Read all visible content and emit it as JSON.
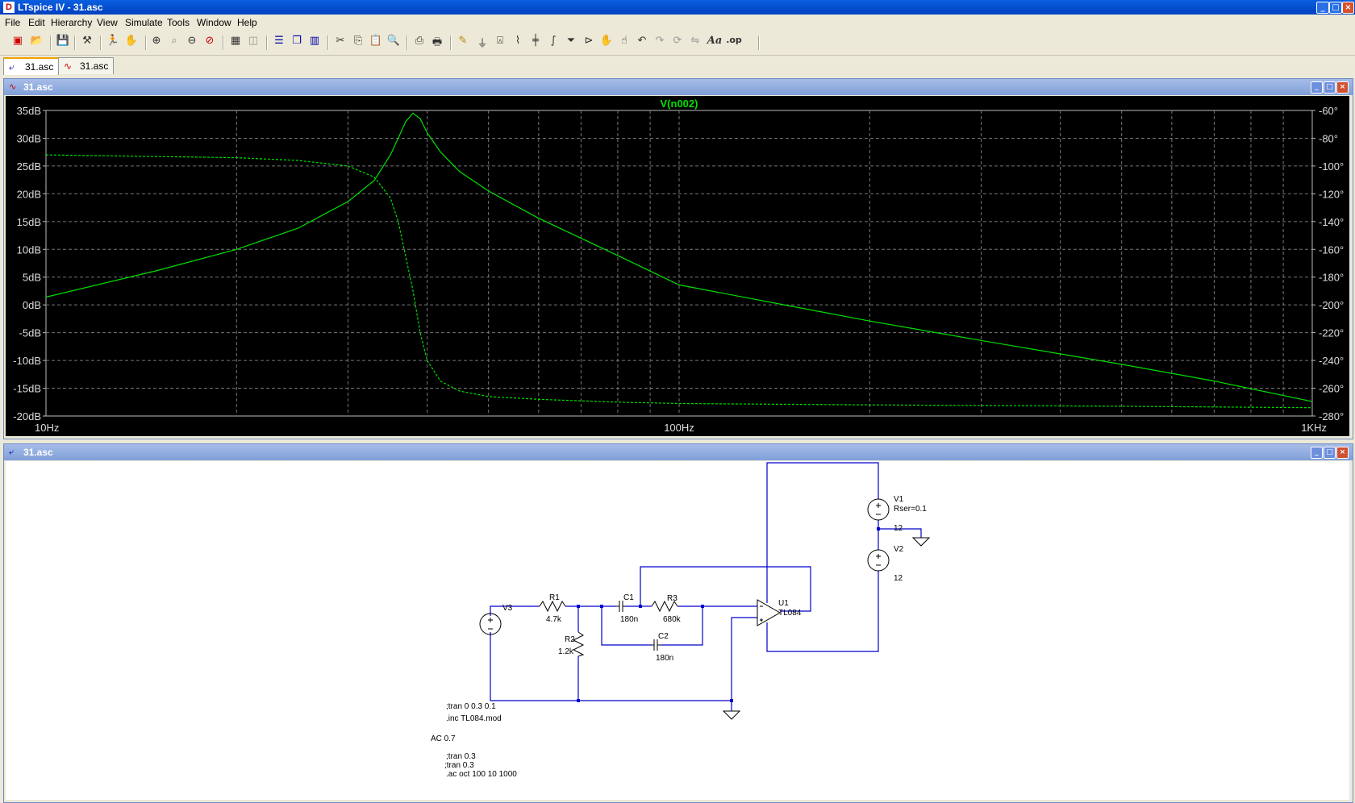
{
  "app": {
    "title": "LTspice IV - 31.asc",
    "logo_letter": "D"
  },
  "menu": [
    "File",
    "Edit",
    "Hierarchy",
    "View",
    "Simulate",
    "Tools",
    "Window",
    "Help"
  ],
  "toolbar_icons": [
    "new-schematic-icon",
    "open-icon",
    "save-icon",
    "control-panel-icon",
    "run-icon",
    "halt-icon",
    "zoom-in-icon",
    "zoom-area-icon",
    "zoom-out-icon",
    "zoom-cancel-icon",
    "autorange-icon",
    "mark-unref-icon",
    "tile-horizontal-icon",
    "cascade-icon",
    "tile-vertical-icon",
    "cut-icon",
    "copy-icon",
    "paste-icon",
    "find-icon",
    "print-setup-icon",
    "print-icon",
    "draw-wire-icon",
    "ground-icon",
    "label-net-icon",
    "resistor-icon",
    "capacitor-icon",
    "inductor-icon",
    "diode-icon",
    "component-icon",
    "move-icon",
    "drag-icon",
    "undo-icon",
    "redo-icon",
    "rotate-icon",
    "mirror-icon",
    "text-icon",
    "spice-directive-icon"
  ],
  "tabs": [
    {
      "label": "31.asc",
      "kind": "schematic"
    },
    {
      "label": "31.asc",
      "kind": "waveform"
    }
  ],
  "plot_window": {
    "title": "31.asc"
  },
  "schematic_window": {
    "title": "31.asc"
  },
  "chart_data": {
    "type": "line",
    "title": "V(n002)",
    "x_scale": "log",
    "xlim": [
      10,
      1000
    ],
    "x_ticks": [
      {
        "value": 10,
        "label": "10Hz"
      },
      {
        "value": 100,
        "label": "100Hz"
      },
      {
        "value": 1000,
        "label": "1KHz"
      }
    ],
    "ylim_left": [
      -20,
      35
    ],
    "y_ticks_left": [
      "35dB",
      "30dB",
      "25dB",
      "20dB",
      "15dB",
      "10dB",
      "5dB",
      "0dB",
      "-5dB",
      "-10dB",
      "-15dB",
      "-20dB"
    ],
    "ylim_right": [
      -280,
      -60
    ],
    "y_ticks_right": [
      "-60°",
      "-80°",
      "-100°",
      "-120°",
      "-140°",
      "-160°",
      "-180°",
      "-200°",
      "-220°",
      "-240°",
      "-260°",
      "-280°"
    ],
    "grid": true,
    "trace_color": "#00e000",
    "series": [
      {
        "axis": "left",
        "style": "solid",
        "x": [
          10,
          15,
          20,
          25,
          30,
          33,
          35,
          36,
          37,
          38,
          39,
          40,
          42,
          45,
          50,
          60,
          80,
          100,
          150,
          200,
          300,
          500,
          700,
          1000
        ],
        "y": [
          1.4,
          6.2,
          10.0,
          13.8,
          18.6,
          22.4,
          27.0,
          30.0,
          33.0,
          34.5,
          33.5,
          31.0,
          27.5,
          24.0,
          20.5,
          15.6,
          8.9,
          3.6,
          -0.2,
          -2.9,
          -6.4,
          -10.7,
          -13.7,
          -17.4
        ]
      },
      {
        "axis": "right",
        "style": "dashed",
        "x": [
          10,
          20,
          25,
          30,
          33,
          35,
          36,
          37,
          38,
          39,
          40,
          42,
          45,
          50,
          60,
          80,
          100,
          200,
          500,
          1000
        ],
        "y": [
          -92,
          -94,
          -96,
          -100,
          -108,
          -123,
          -140,
          -165,
          -190,
          -220,
          -240,
          -255,
          -262,
          -266,
          -268,
          -270,
          -271,
          -272,
          -273,
          -274
        ]
      }
    ]
  },
  "schematic": {
    "color_wire": "#0000cc",
    "labels": {
      "v1_name": "V1",
      "v1_param": "Rser=0.1",
      "v1_value": "12",
      "v2_name": "V2",
      "v2_value": "12",
      "v3_name": "V3",
      "r1_name": "R1",
      "r1_value": "4.7k",
      "r2_name": "R2",
      "r2_value": "1.2k",
      "r3_name": "R3",
      "r3_value": "680k",
      "c1_name": "C1",
      "c1_value": "180n",
      "c2_name": "C2",
      "c2_value": "180n",
      "u1_name": "U1",
      "u1_value": "TL084"
    },
    "directives": [
      ";tran 0 0.3 0.1",
      ".inc TL084.mod",
      "AC 0.7",
      ";tran 0.3",
      ";tran 0.3",
      ".ac oct 100 10 1000"
    ]
  }
}
